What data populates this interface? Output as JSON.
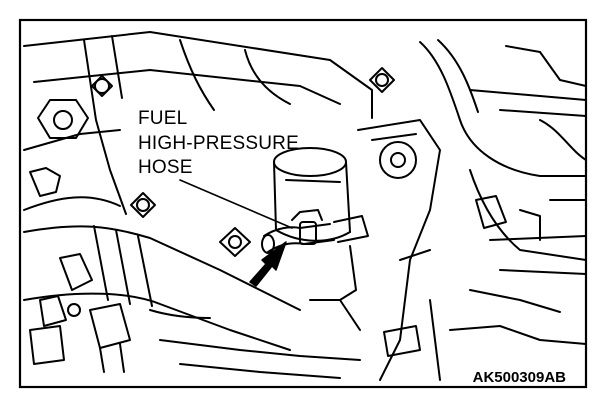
{
  "callout": {
    "line1": "FUEL",
    "line2": "HIGH-PRESSURE",
    "line3": "HOSE"
  },
  "figure_code": "AK500309AB",
  "colors": {
    "line": "#000000",
    "background": "#ffffff"
  }
}
